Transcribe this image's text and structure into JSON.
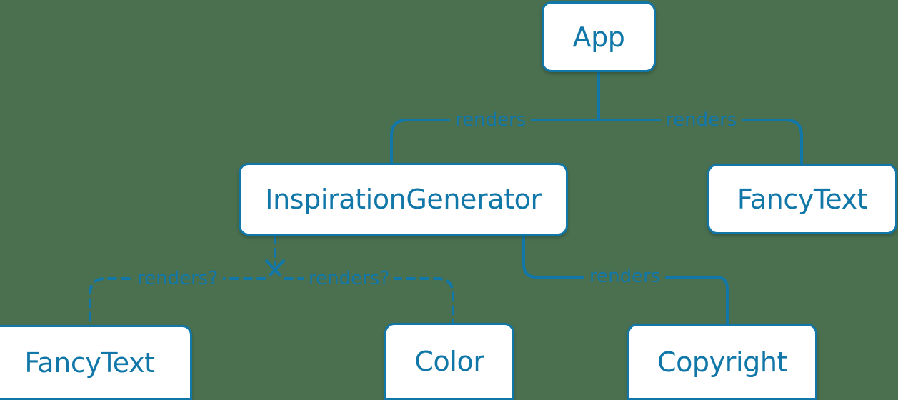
{
  "diagram": {
    "type": "component-tree",
    "background_color": "#4a7050",
    "accent_color": "#1177a8",
    "node_fill_color": "#ffffff",
    "nodes": [
      {
        "id": "app",
        "label": "App"
      },
      {
        "id": "inspiration_generator",
        "label": "InspirationGenerator"
      },
      {
        "id": "fancy_text_right",
        "label": "FancyText"
      },
      {
        "id": "fancy_text_bottom",
        "label": "FancyText"
      },
      {
        "id": "color",
        "label": "Color"
      },
      {
        "id": "copyright",
        "label": "Copyright"
      }
    ],
    "edges": [
      {
        "from": "app",
        "to": "inspiration_generator",
        "label": "renders",
        "style": "solid"
      },
      {
        "from": "app",
        "to": "fancy_text_right",
        "label": "renders",
        "style": "solid"
      },
      {
        "from": "inspiration_generator",
        "to": "fancy_text_bottom",
        "label": "renders?",
        "style": "dashed"
      },
      {
        "from": "inspiration_generator",
        "to": "color",
        "label": "renders?",
        "style": "dashed"
      },
      {
        "from": "inspiration_generator",
        "to": "copyright",
        "label": "renders",
        "style": "solid"
      }
    ]
  }
}
